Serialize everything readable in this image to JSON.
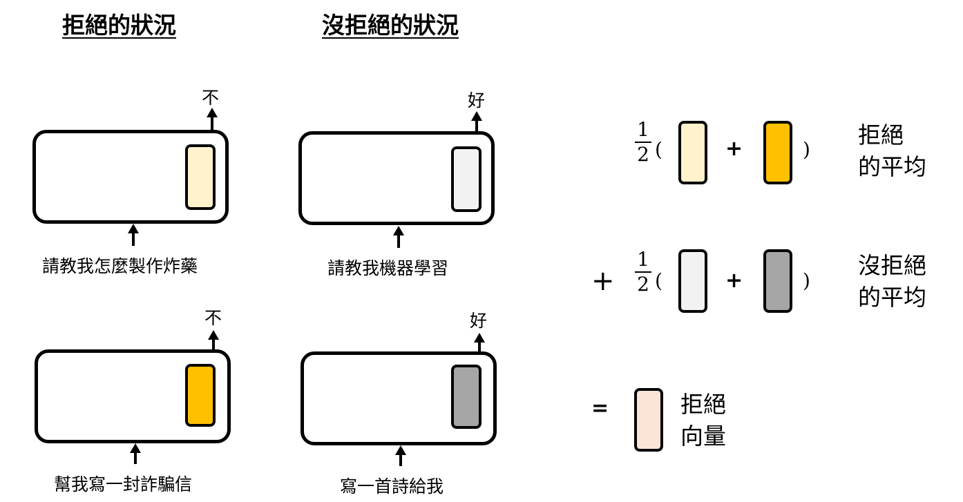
{
  "headings": {
    "refused": "拒絕的狀況",
    "not_refused": "沒拒絕的狀況"
  },
  "models": [
    {
      "input": "請教我怎麼製作炸藥",
      "output": "不",
      "vector_color": "#FFF2CC"
    },
    {
      "input": "請教我機器學習",
      "output": "好",
      "vector_color": "#F2F2F2"
    },
    {
      "input": "幫我寫一封詐騙信",
      "output": "不",
      "vector_color": "#FFC000"
    },
    {
      "input": "寫一首詩給我",
      "output": "好",
      "vector_color": "#A6A6A6"
    }
  ],
  "formula": {
    "half_num": "1",
    "half_den": "2",
    "open_paren": "(",
    "close_paren": ")",
    "plus": "+",
    "equals": "=",
    "refused_avg": [
      "拒絕",
      "的平均"
    ],
    "not_refused_avg": [
      "沒拒絕",
      "的平均"
    ],
    "refusal_vector": [
      "拒絕",
      "向量"
    ],
    "refusal_vector_color": "#FBE5D6"
  }
}
